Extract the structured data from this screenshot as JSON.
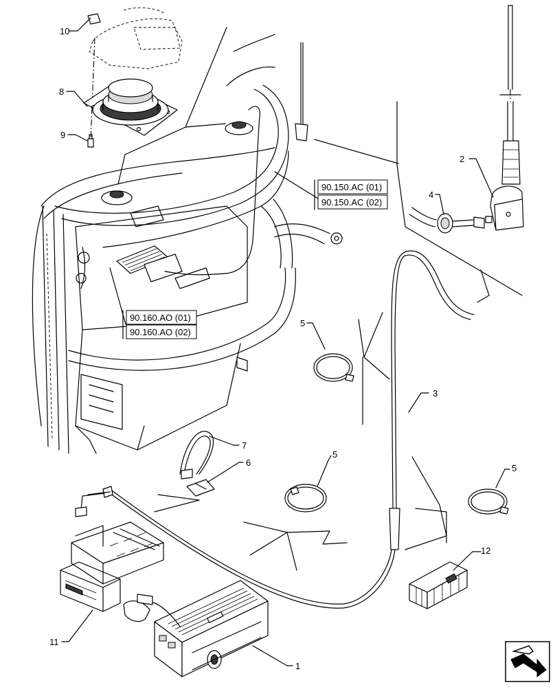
{
  "callouts": {
    "c1": "1",
    "c2": "2",
    "c3": "3",
    "c4": "4",
    "c5a": "5",
    "c5b": "5",
    "c5c": "5",
    "c6": "6",
    "c7": "7",
    "c8": "8",
    "c9": "9",
    "c10": "10",
    "c11": "11",
    "c12": "12"
  },
  "references": {
    "ref_150_01": "90.150.AC (01)",
    "ref_150_02": "90.150.AC (02)",
    "ref_160_01": "90.160.AO (01)",
    "ref_160_02": "90.160.AO (02)"
  },
  "nav_icon": "next-page-arrow-icon"
}
